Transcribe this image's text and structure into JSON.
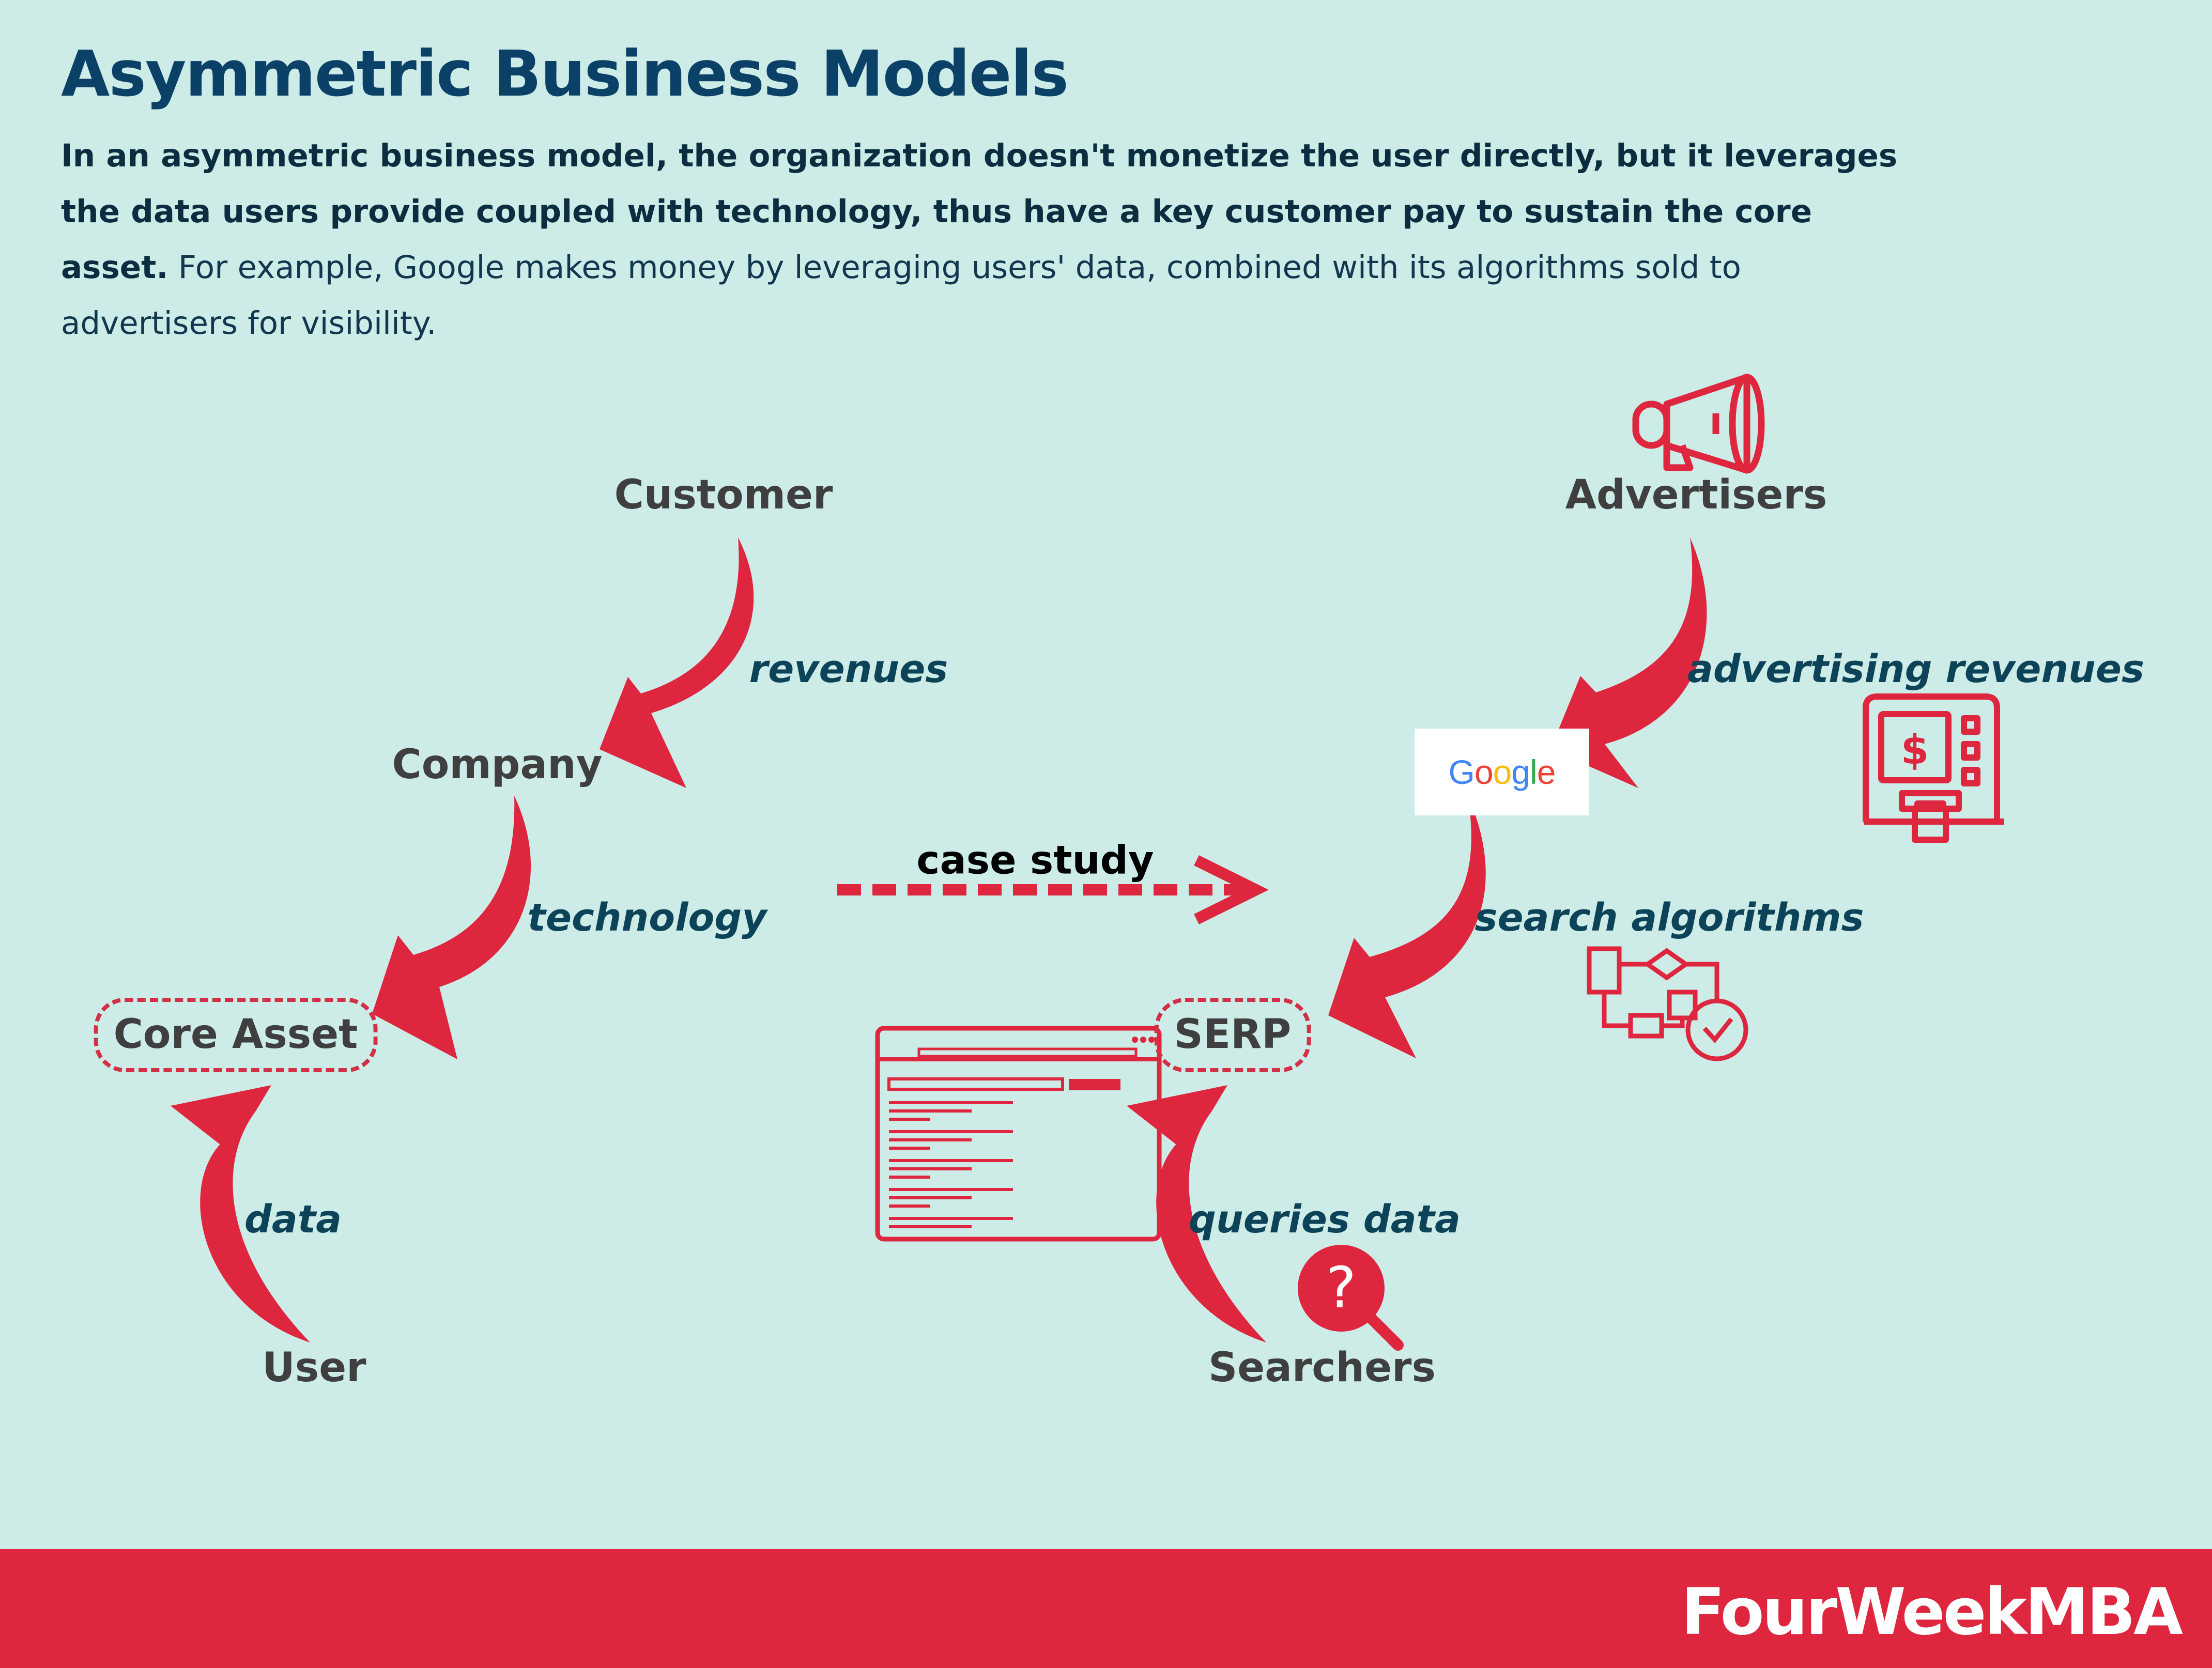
{
  "header": {
    "title": "Asymmetric Business Models",
    "description_bold": "In an asymmetric business model, the organization doesn't monetize the user directly, but it leverages the data users provide coupled with technology, thus have a key customer pay to sustain the core asset.",
    "description_rest": " For example, Google makes money by leveraging users' data, combined with its algorithms sold to advertisers for visibility."
  },
  "generic_model": {
    "customer": "Customer",
    "company": "Company",
    "core_asset": "Core Asset",
    "user": "User",
    "revenues": "revenues",
    "technology": "technology",
    "data": "data"
  },
  "case_study": {
    "label": "case study"
  },
  "google_model": {
    "advertisers": "Advertisers",
    "google_logo": [
      "G",
      "o",
      "o",
      "g",
      "l",
      "e"
    ],
    "serp": "SERP",
    "searchers": "Searchers",
    "advertising_revenues": "advertising revenues",
    "search_algorithms": "search algorithms",
    "queries_data": "queries data"
  },
  "colors": {
    "background": "#cdece8",
    "accent_red": "#de263e",
    "title_blue": "#0b4167",
    "google": [
      "#4285F4",
      "#EA4335",
      "#FBBC05",
      "#4285F4",
      "#34A853",
      "#EA4335"
    ]
  },
  "icons": [
    "megaphone-icon",
    "atm-icon",
    "flowchart-icon",
    "question-search-icon",
    "browser-serp-icon"
  ],
  "footer": {
    "brand": "FourWeekMBA"
  }
}
